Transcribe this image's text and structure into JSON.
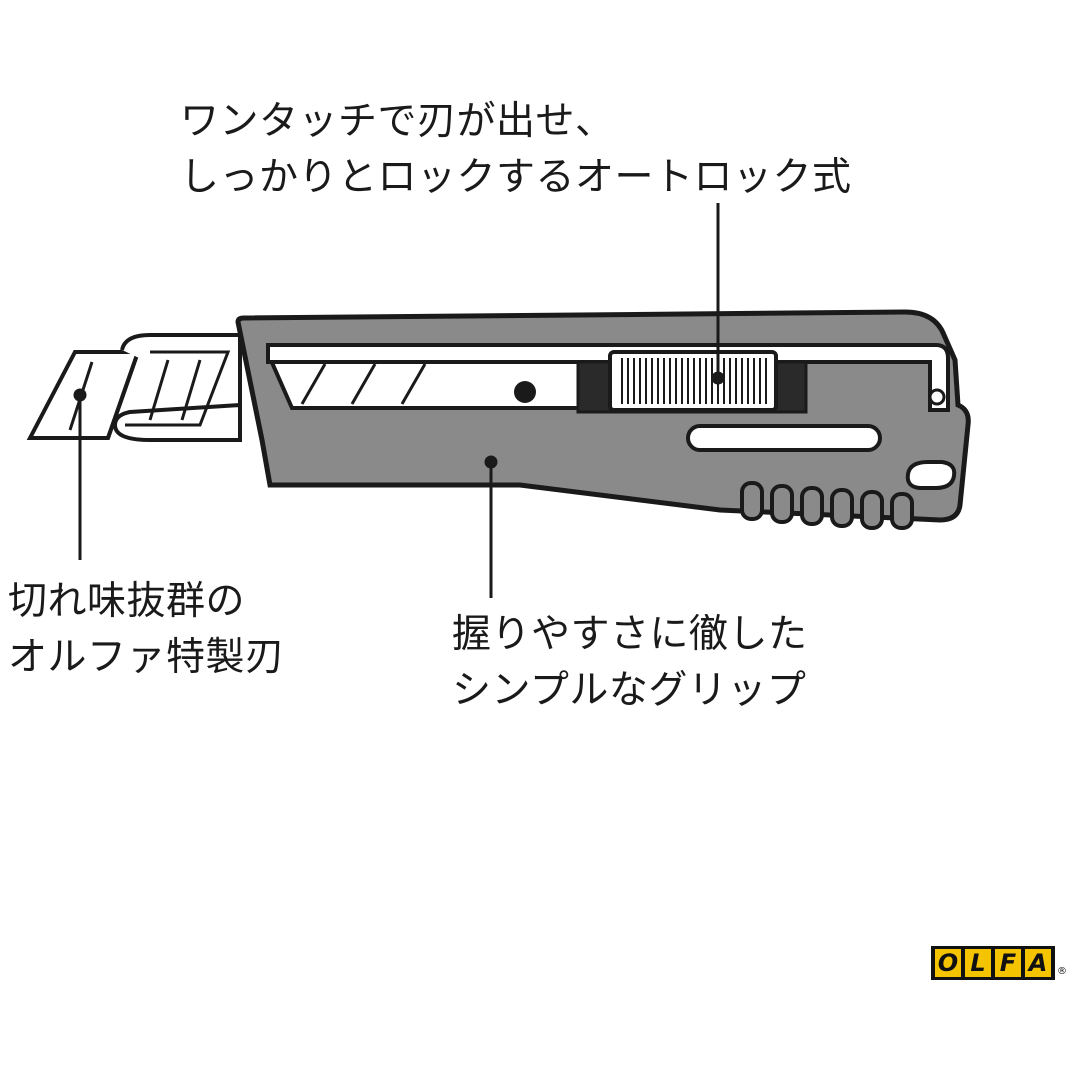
{
  "callouts": {
    "lock": {
      "line1": "ワンタッチで刃が出せ、",
      "line2": "しっかりとロックするオートロック式"
    },
    "blade": {
      "line1": "切れ味抜群の",
      "line2": "オルファ特製刃"
    },
    "grip": {
      "line1": "握りやすさに徹した",
      "line2": "シンプルなグリップ"
    }
  },
  "logo": {
    "letters": [
      "O",
      "L",
      "F",
      "A"
    ],
    "registered": "®"
  },
  "colors": {
    "body_gray": "#8a8a8a",
    "outline": "#1a1a1a",
    "logo_yellow": "#f5c400",
    "logo_black": "#111111"
  }
}
